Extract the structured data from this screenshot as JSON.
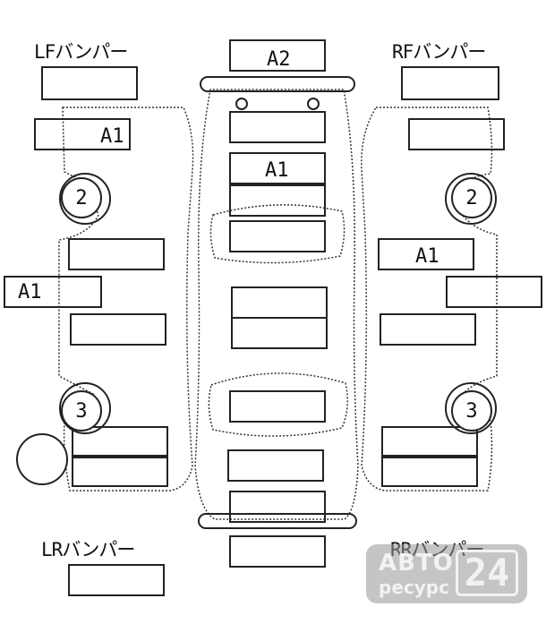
{
  "labels": {
    "lf_bumper": "LFバンパー",
    "rf_bumper": "RFバンパー",
    "lr_bumper": "LRバンパー",
    "rr_bumper": "RRバンパー"
  },
  "damage_codes": {
    "front_bumper": "A2",
    "left_front_door": "A1",
    "hood": "A1",
    "left_front_fender": "A1",
    "right_front_door": "A1"
  },
  "circle_marks": {
    "left_front": "2",
    "right_front": "2",
    "left_rear": "3",
    "right_rear": "3",
    "left_rear_outer": ""
  },
  "watermark": {
    "line1": "АВТО",
    "line2": "ресурс",
    "number": "24"
  }
}
